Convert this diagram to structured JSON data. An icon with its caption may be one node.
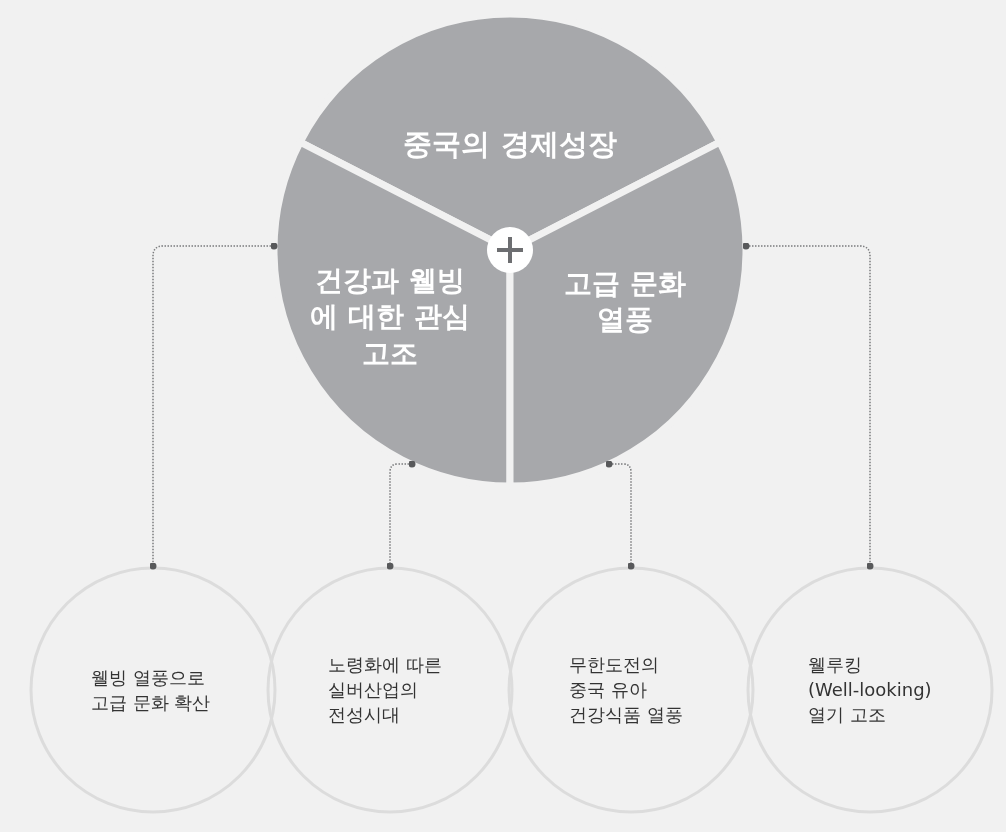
{
  "diagram": {
    "nodes": [
      {
        "text": [
          "중국의 경제성장"
        ]
      },
      {
        "text": [
          "건강과 웰빙 에 대한 관심 고조"
        ]
      },
      {
        "text": [
          "고급 문화 열풍"
        ]
      },
      {
        "text": [
          "웰빙 열풍으로 고급 문화 확산"
        ]
      },
      {
        "text": [
          "노령화에 따른 실버산업의 전성시대"
        ]
      },
      {
        "text": [
          "무한도전의 중국 유아 건강식품 열풍"
        ]
      },
      {
        "text": [
          "웰루킹 (Well-looking) 열기 고조"
        ]
      }
    ],
    "edges": [
      {
        "from": 1,
        "to": 3,
        "arrow": "other"
      },
      {
        "from": 1,
        "to": 4,
        "arrow": "other"
      },
      {
        "from": 2,
        "to": 5,
        "arrow": "other"
      },
      {
        "from": 2,
        "to": 6,
        "arrow": "other"
      }
    ]
  }
}
